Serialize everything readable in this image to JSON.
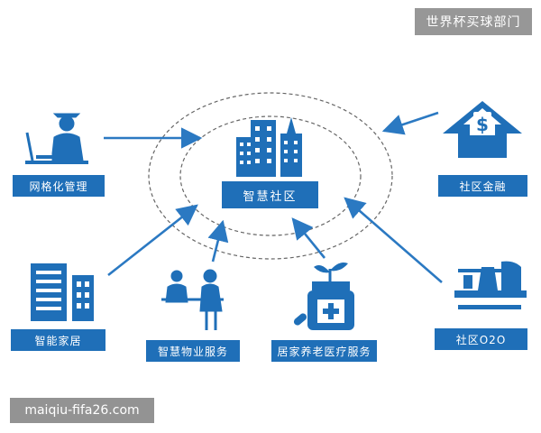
{
  "watermark_top": "世界杯买球部门",
  "watermark_bottom": "maiqiu-fifa26.com",
  "center": {
    "label": "智慧社区"
  },
  "nodes": {
    "grid": {
      "label": "网格化管理"
    },
    "home": {
      "label": "智能家居"
    },
    "property": {
      "label": "智慧物业服务"
    },
    "elder": {
      "label": "居家养老医疗服务"
    },
    "finance": {
      "label": "社区金融"
    },
    "o2o": {
      "label": "社区O2O"
    }
  },
  "colors": {
    "primary": "#1f6fb8",
    "arrow": "#2b79c2",
    "ring": "#666666"
  }
}
